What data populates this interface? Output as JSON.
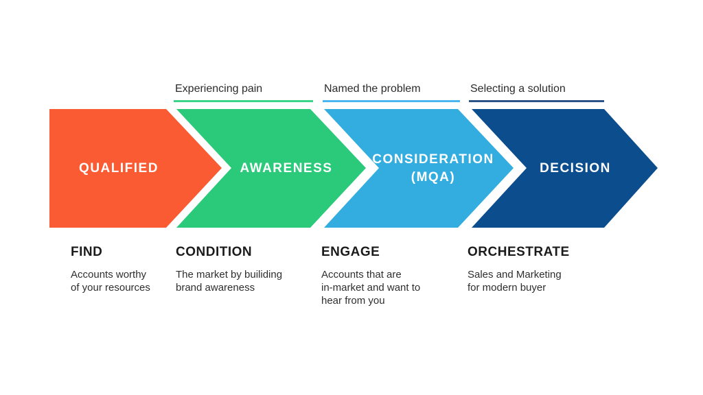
{
  "colors": {
    "background": "#FFFFFF",
    "stage_text": "#FFFFFF",
    "heading_text": "#1B1B1B",
    "body_text": "#2E2E2E"
  },
  "stages": [
    {
      "name": "QUALIFIED",
      "subtitle": "",
      "color": "#FA5B33",
      "heading": "FIND",
      "description": "Accounts worthy\nof your resources"
    },
    {
      "name": "AWARENESS",
      "subtitle": "",
      "color": "#2BCA7A",
      "qualifier": "Experiencing pain",
      "underline_color": "#3BD489",
      "heading": "CONDITION",
      "description": "The market by builiding\nbrand awareness"
    },
    {
      "name": "CONSIDERATION",
      "subtitle": "(MQA)",
      "color": "#33ADE0",
      "qualifier": "Named the problem",
      "underline_color": "#4AB5EE",
      "heading": "ENGAGE",
      "description": "Accounts that are\nin-market and want to\nhear from you"
    },
    {
      "name": "DECISION",
      "subtitle": "",
      "color": "#0C4D8D",
      "qualifier": "Selecting a solution",
      "underline_color": "#2D5488",
      "heading": "ORCHESTRATE",
      "description": "Sales and Marketing\nfor modern buyer"
    }
  ]
}
